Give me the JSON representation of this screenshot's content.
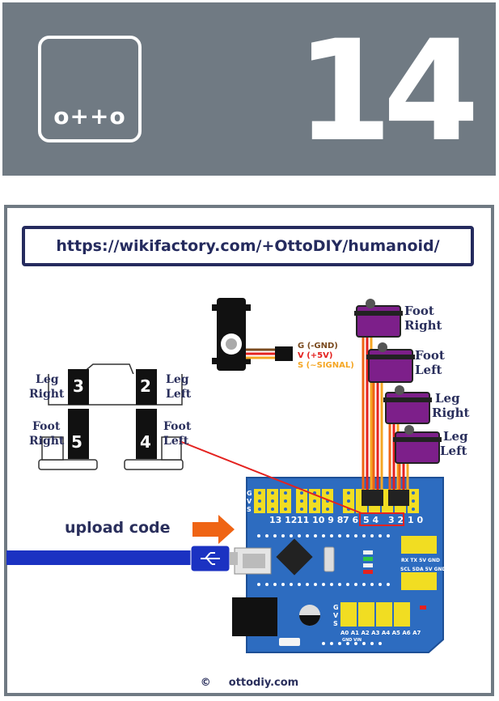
{
  "header": {
    "logo_text": "o++o",
    "number": "14"
  },
  "url": "https://wikifactory.com/+OttoDIY/humanoid/",
  "servo_wires": {
    "g": "G (-GND)",
    "v": "V (+5V)",
    "s": "S (~SIGNAL)"
  },
  "servo_labels": [
    {
      "l1": "Foot",
      "l2": "Right"
    },
    {
      "l1": "Foot",
      "l2": "Left"
    },
    {
      "l1": "Leg",
      "l2": "Right"
    },
    {
      "l1": "Leg",
      "l2": "Left"
    }
  ],
  "robot_labels": {
    "leg_right": {
      "l1": "Leg",
      "l2": "Right"
    },
    "leg_left": {
      "l1": "Leg",
      "l2": "Left"
    },
    "foot_right": {
      "l1": "Foot",
      "l2": "Right"
    },
    "foot_left": {
      "l1": "Foot",
      "l2": "Left"
    },
    "n3": "3",
    "n2": "2",
    "n5": "5",
    "n4": "4"
  },
  "board": {
    "gvs": [
      "G",
      "V",
      "S"
    ],
    "top_pins": [
      "13",
      "12",
      "11",
      "10",
      "9",
      "8",
      "7",
      "6",
      "5",
      "4",
      "3",
      "2",
      "1",
      "0"
    ],
    "bottom_pins": [
      "A0",
      "A1",
      "A2",
      "A3",
      "A4",
      "A5",
      "A6",
      "A7"
    ],
    "gnd_vin": [
      "GND",
      "VIN"
    ],
    "serial": [
      "RX",
      "TX",
      "5V",
      "GND"
    ],
    "i2c": [
      "SCL",
      "SDA",
      "5V",
      "GND"
    ]
  },
  "upload_label": "upload code",
  "footer": {
    "copyright": "©",
    "site": "ottodiy.com"
  },
  "colors": {
    "header_gray": "#707a83",
    "navy": "#252b5e",
    "board_blue": "#2d6cc0",
    "header_yellow": "#f1dd22",
    "servo_purple": "#7d1f8a",
    "arrow_orange": "#ef6414",
    "usb_blue": "#1b32c2",
    "wire_red": "#e4221f"
  }
}
